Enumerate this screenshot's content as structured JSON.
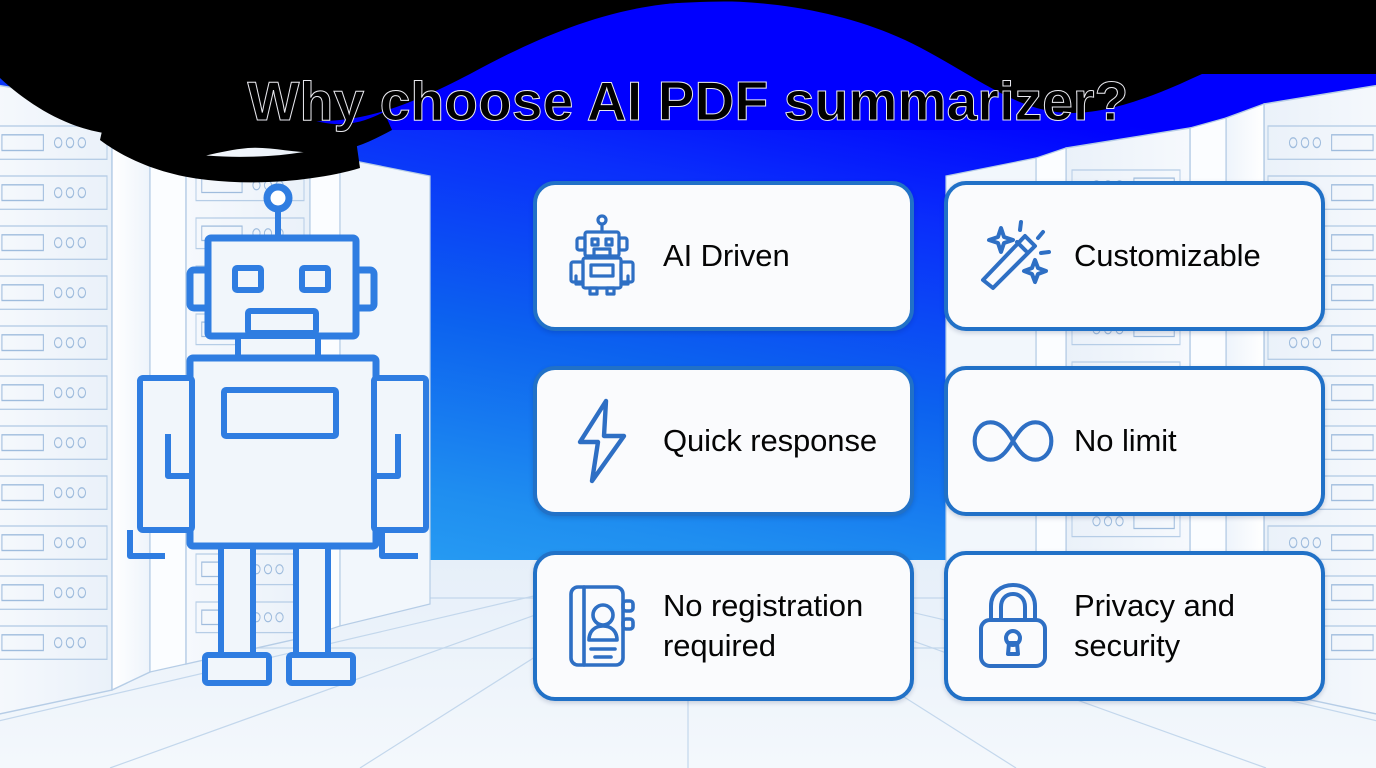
{
  "banner": {
    "title": "Why choose AI PDF summarizer?",
    "background": {
      "top_color": "#0000ff",
      "mid_color": "#0b57f0",
      "bottom_color": "#2196f3",
      "blob_color": "#000000",
      "floor_color": "#eef4fb",
      "rack_line_color": "#aac4e2",
      "robot_outline_color": "#2f7de1"
    },
    "mascot": {
      "name": "server-room-robot",
      "description": "Large outlined robot standing in a server room"
    }
  },
  "features": [
    {
      "id": "ai-driven",
      "label": "AI Driven",
      "icon": "robot-icon"
    },
    {
      "id": "customizable",
      "label": "Customizable",
      "icon": "magic-wand-icon"
    },
    {
      "id": "quick-response",
      "label": "Quick response",
      "icon": "lightning-bolt-icon"
    },
    {
      "id": "no-limit",
      "label": "No limit",
      "icon": "infinity-icon"
    },
    {
      "id": "no-registration-required",
      "label": "No registration required",
      "icon": "contact-book-icon"
    },
    {
      "id": "privacy-and-security",
      "label": "Privacy and security",
      "icon": "padlock-icon"
    }
  ],
  "card_style": {
    "background": "#fafbfd",
    "border_color": "#2171c7",
    "text_color": "#050505"
  }
}
